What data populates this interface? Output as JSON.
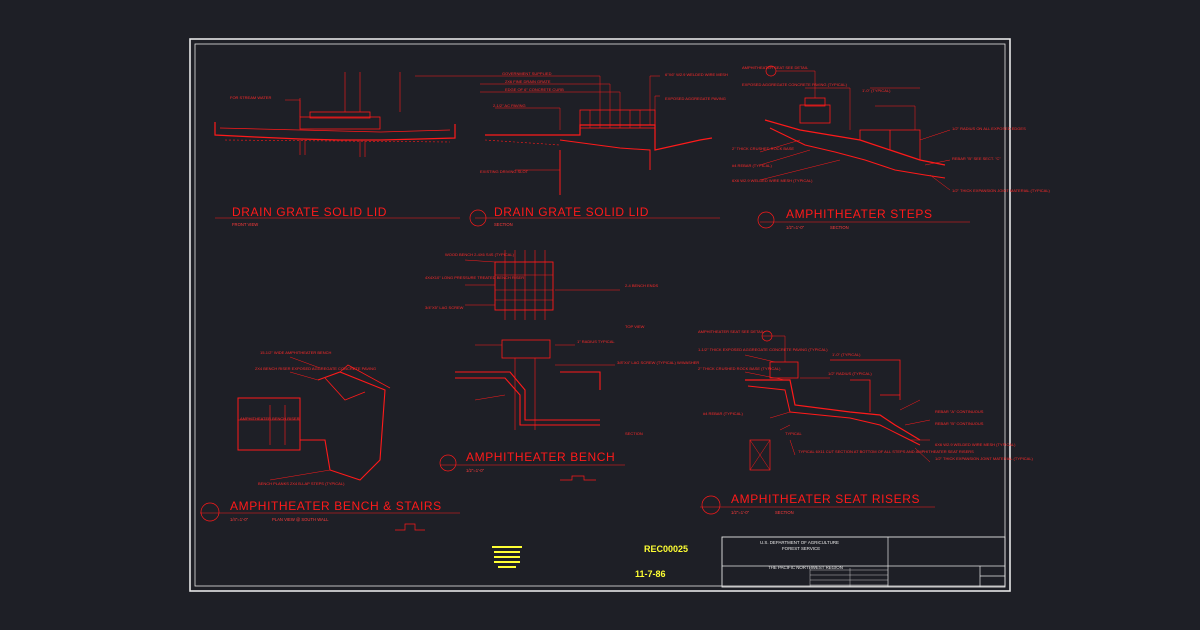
{
  "drawing": {
    "record_number": "REC00025",
    "date": "11-7-86",
    "agency_line1": "U.S. DEPARTMENT OF AGRICULTURE",
    "agency_line2": "FOREST SERVICE",
    "region": "THE PACIFIC NORTHWEST REGION",
    "colors": {
      "background": "#1e1f26",
      "linework": "#ff1a1a",
      "border": "#e6e6e6",
      "highlight": "#ffff33"
    }
  },
  "details": [
    {
      "id": "drain-grate-front",
      "title": "DRAIN GRATE SOLID LID",
      "subtitle": "FRONT VIEW"
    },
    {
      "id": "drain-grate-section",
      "title": "DRAIN GRATE SOLID LID",
      "subtitle": "SECTION"
    },
    {
      "id": "amphitheater-steps",
      "title": "AMPHITHEATER STEPS",
      "subtitle_left": "1/2\"=1'-0\"",
      "subtitle_right": "SECTION"
    },
    {
      "id": "amphitheater-bench",
      "title": "AMPHITHEATER BENCH",
      "subtitle": "1/2\"=1'-0\""
    },
    {
      "id": "amphitheater-bench-stairs",
      "title": "AMPHITHEATER BENCH & STAIRS",
      "subtitle_left": "1/4\"=1'-0\"",
      "subtitle_right": "PLAN VIEW @ SOUTH WALL"
    },
    {
      "id": "amphitheater-seat-risers",
      "title": "AMPHITHEATER SEAT RISERS",
      "subtitle_left": "1/2\"=1'-0\"",
      "subtitle_right": "SECTION"
    }
  ],
  "callouts": {
    "drain_front": [
      "FOR STREAM WATER"
    ],
    "drain_section": [
      "GOVERNMENT SUPPLIED",
      "2X6 FINE DRAIN GRATE",
      "EDGE OF 6\" CONCRETE CURB",
      "2-1/2\" AC PAVING",
      "6\"X6\" W2.9 WELDED WIRE MESH",
      "EXPOSED AGGREGATE PAVING",
      "EXISTING DRIVING SLOT"
    ],
    "steps": [
      "AMPHITHEATER SEAT SEE DETAIL",
      "EXPOSED AGGREGATE CONCRETE PAVING (TYPICAL)",
      "2\" THICK CRUSHED ROCK BASE",
      "1/2\" RADIUS ON ALL EXPOSED EDGES",
      "REBAR \"B\" SEE SECT. \"C\"",
      "#4 REBAR (TYPICAL)",
      "1/2\" THICK EXPANSION JOINT MATERIAL (TYPICAL)",
      "6X6 W2.9 WELDED WIRE MESH (TYPICAL)",
      "1'-0\" (TYPICAL)"
    ],
    "bench": [
      "WOOD BENCH 2-4X6 S4S (TYPICAL)",
      "4X4X10\" LONG PRESSURE TREATED BENCH RISER",
      "3/4\"X5\" LAG SCREW",
      "2-4 BENCH ENDS",
      "TOP VIEW",
      "1\" RADIUS TYPICAL",
      "3/8\"X4\" LAG SCREW (TYPICAL) W/WASHER",
      "SECTION"
    ],
    "bench_stairs": [
      "15-1/2\" WIDE AMPHITHEATER BENCH",
      "2X4 BENCH RISER EXPOSED AGGREGATE CONCRETE PAVING",
      "AMPHITHEATER BENCH RISER",
      "BENCH PLANKS 2X4 B-LAP STEPS (TYPICAL)"
    ],
    "risers": [
      "AMPHITHEATER SEAT SEE DETAIL",
      "1-1/2\" THICK EXPOSED AGGREGATE CONCRETE PAVING (TYPICAL)",
      "2\" THICK CRUSHED ROCK BASE (TYPICAL)",
      "1/2\" RADIUS (TYPICAL)",
      "REBAR \"A\" CONTINUOUS",
      "REBAR \"B\" CONTINUOUS",
      "6X6 W2.9 WELDED WIRE MESH (TYPICAL)",
      "1/2\" THICK EXPANSION JOINT MATERIAL (TYPICAL)",
      "TYPICAL",
      "1'-0\" (TYPICAL)",
      "#4 REBAR (TYPICAL)",
      "TYPICAL 6X11 CUT SECTION AT BOTTOM OF ALL STEPS AND AMPHITHEATER SEAT RISERS"
    ]
  }
}
